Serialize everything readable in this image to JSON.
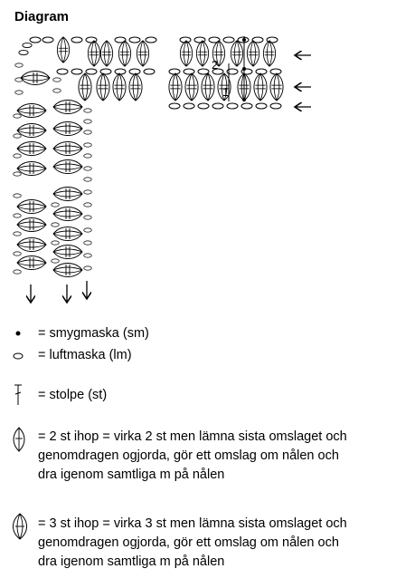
{
  "title": "Diagram",
  "row_labels": {
    "row1": "1",
    "row2": "2"
  },
  "legend": [
    {
      "icon": "dot-icon",
      "text": "= smygmaska (sm)"
    },
    {
      "icon": "oval-icon",
      "text": "= luftmaska (lm)"
    },
    {
      "icon": "tall-stitch-icon",
      "text": "= stolpe (st)"
    },
    {
      "icon": "two-together-icon",
      "lines": [
        "= 2 st ihop = virka 2 st men lämna sista omslaget och",
        "genomdragen ogjorda, gör ett omslag om nålen och",
        "dra igenom samtliga m på nålen"
      ]
    },
    {
      "icon": "three-together-icon",
      "lines": [
        "= 3 st ihop = virka 3 st men lämna sista omslaget och",
        "genomdragen ogjorda, gör ett omslag om nålen och",
        "dra igenom samtliga m på nålen"
      ]
    }
  ]
}
